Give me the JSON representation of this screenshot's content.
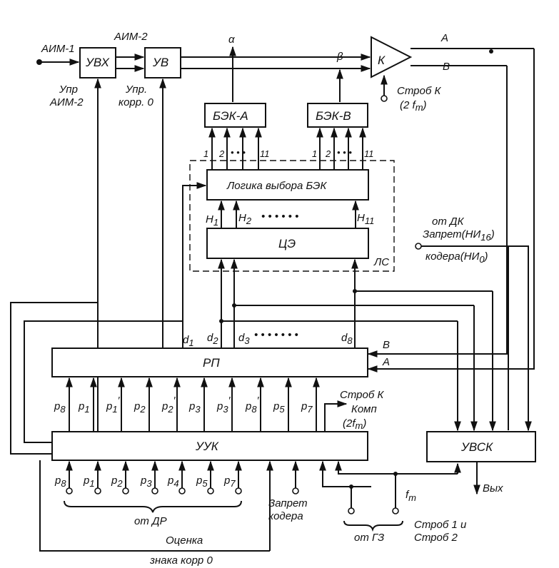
{
  "inputs": {
    "aim1": "АИМ-1",
    "aim2": "АИМ-2",
    "alpha": "α",
    "beta": "β",
    "out_a": "A",
    "out_b": "B",
    "strob_k": "Строб К",
    "strob_k_freq": "(2 f",
    "strob_k_sub": "т",
    "strob_k_close": ")"
  },
  "blocks": {
    "uvh": "УВХ",
    "uv": "УВ",
    "k": "К",
    "bek_a": "БЭК-А",
    "bek_b": "БЭК-В",
    "logic": "Логика выбора БЭК",
    "ce": "ЦЭ",
    "ls": "ЛС",
    "rp": "РП",
    "uuk": "УУК",
    "uvsk": "УВСК"
  },
  "control_labels": {
    "upr_aim2_1": "Упр",
    "upr_aim2_2": "АИМ-2",
    "upr_korr_1": "Упр.",
    "upr_korr_2": "корр. 0"
  },
  "bek_lines": {
    "n1": "1",
    "n2": "2",
    "dots": "• • •",
    "n11": "11"
  },
  "h_labels": {
    "h1": "H",
    "h1s": "1",
    "h2": "H",
    "h2s": "2",
    "hdots": "• • • • • •",
    "h11": "H",
    "h11s": "11"
  },
  "d_labels": {
    "d": "d",
    "s1": "1",
    "s2": "2",
    "s3": "3",
    "s8": "8",
    "dots": "• • • • • • •"
  },
  "dk": {
    "line1": "от ДК",
    "line2": "Запрет(НИ",
    "line2s": "16",
    "line2c": ")",
    "line3": "кодера(НИ",
    "line3s": "0",
    "line3c": ")"
  },
  "rp_inputs": {
    "b": "B",
    "a": "A"
  },
  "p_upper": [
    {
      "p": "p",
      "s": "8",
      "pr": ""
    },
    {
      "p": "p",
      "s": "1",
      "pr": ""
    },
    {
      "p": "p",
      "s": "1",
      "pr": "′"
    },
    {
      "p": "p",
      "s": "2",
      "pr": ""
    },
    {
      "p": "p",
      "s": "2",
      "pr": "′"
    },
    {
      "p": "p",
      "s": "3",
      "pr": ""
    },
    {
      "p": "p",
      "s": "3",
      "pr": "′"
    },
    {
      "p": "p",
      "s": "8",
      "pr": "′"
    },
    {
      "p": "p",
      "s": "5",
      "pr": ""
    },
    {
      "p": "p",
      "s": "7",
      "pr": ""
    }
  ],
  "p_lower": [
    {
      "p": "p",
      "s": "8"
    },
    {
      "p": "p",
      "s": "1"
    },
    {
      "p": "p",
      "s": "2"
    },
    {
      "p": "p",
      "s": "3"
    },
    {
      "p": "p",
      "s": "4"
    },
    {
      "p": "p",
      "s": "5"
    },
    {
      "p": "p",
      "s": "7"
    }
  ],
  "uuk_out": {
    "strob": "Строб К",
    "komp": "Комп",
    "freq": "(2f",
    "freq_sub": "т",
    "freq_close": ")"
  },
  "bottom": {
    "ot_dr": "от ДР",
    "zapret_1": "Запрет",
    "zapret_2": "кодера",
    "ot_gz": "от ГЗ",
    "ft": "f",
    "ft_sub": "т",
    "strob12_1": "Строб 1 и",
    "strob12_2": "Строб 2",
    "ocenka_1": "Оценка",
    "ocenka_2": "знака корр 0",
    "vyh": "Вых"
  }
}
